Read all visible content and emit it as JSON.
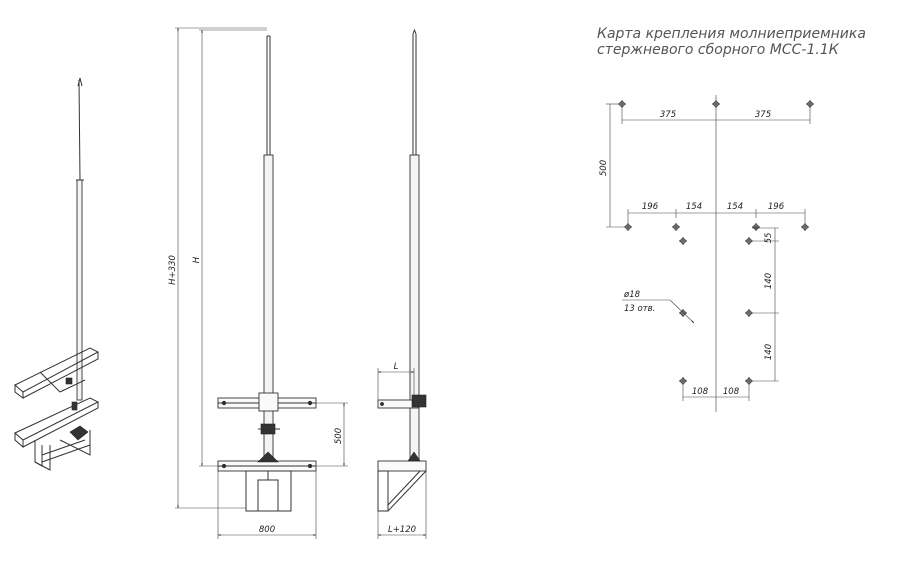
{
  "title": {
    "line1": "Карта крепления молниеприемника",
    "line2": "стержневого сборного МСС-1.1К"
  },
  "front_view": {
    "height_total": "H+330",
    "height": "H",
    "spacing": "500",
    "width": "800"
  },
  "side_view": {
    "offset": "L",
    "base": "L+120"
  },
  "hole_map": {
    "top_left": "375",
    "top_right": "375",
    "vertical": "500",
    "mid_1": "196",
    "mid_2": "154",
    "mid_3": "154",
    "mid_4": "196",
    "right_1": "55",
    "right_2": "140",
    "right_3": "140",
    "bottom_left": "108",
    "bottom_right": "108",
    "hole_diameter": "ø18",
    "hole_count": "13 отв."
  }
}
